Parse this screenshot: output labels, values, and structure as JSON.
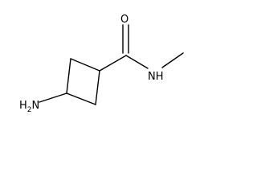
{
  "molecule": {
    "atoms": {
      "oxygen": "O",
      "amide_nh": "NH",
      "amine_h2n": "H2N"
    },
    "colors": {
      "ink": "#000000",
      "background": "#ffffff"
    }
  }
}
